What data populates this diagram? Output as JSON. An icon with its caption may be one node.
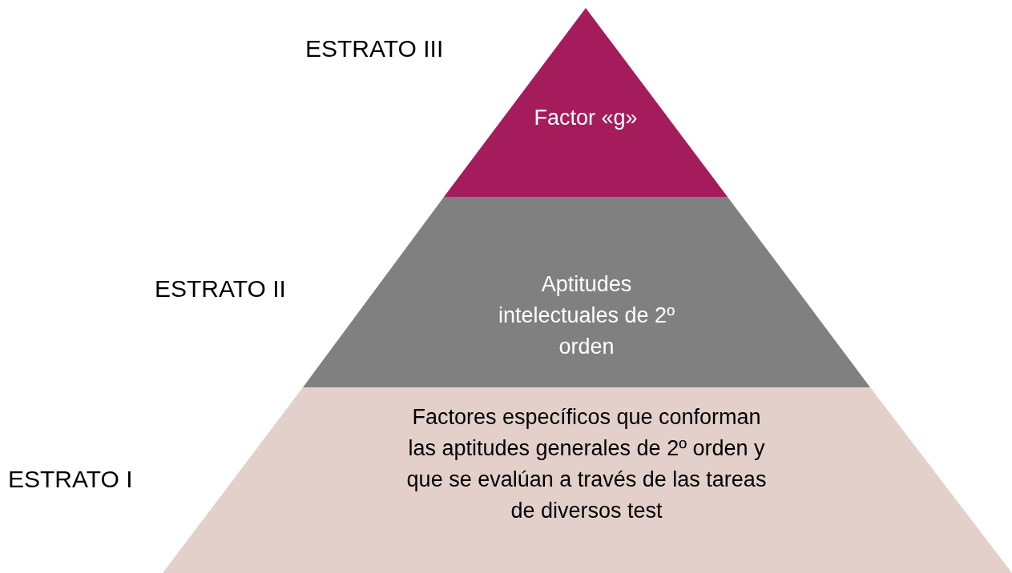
{
  "diagram": {
    "nodes": [
      {
        "text": [
          "Factor «g»"
        ],
        "beside": [
          "ESTRATO III"
        ]
      },
      {
        "text": [
          "Aptitudes intelectuales de 2º orden"
        ],
        "beside": [
          "ESTRATO II"
        ]
      },
      {
        "text": [
          "Factores específicos que conforman las aptitudes generales de 2º orden y que se evalúan a través de las tareas de diversos test"
        ],
        "beside": [
          "ESTRATO I"
        ]
      }
    ]
  }
}
